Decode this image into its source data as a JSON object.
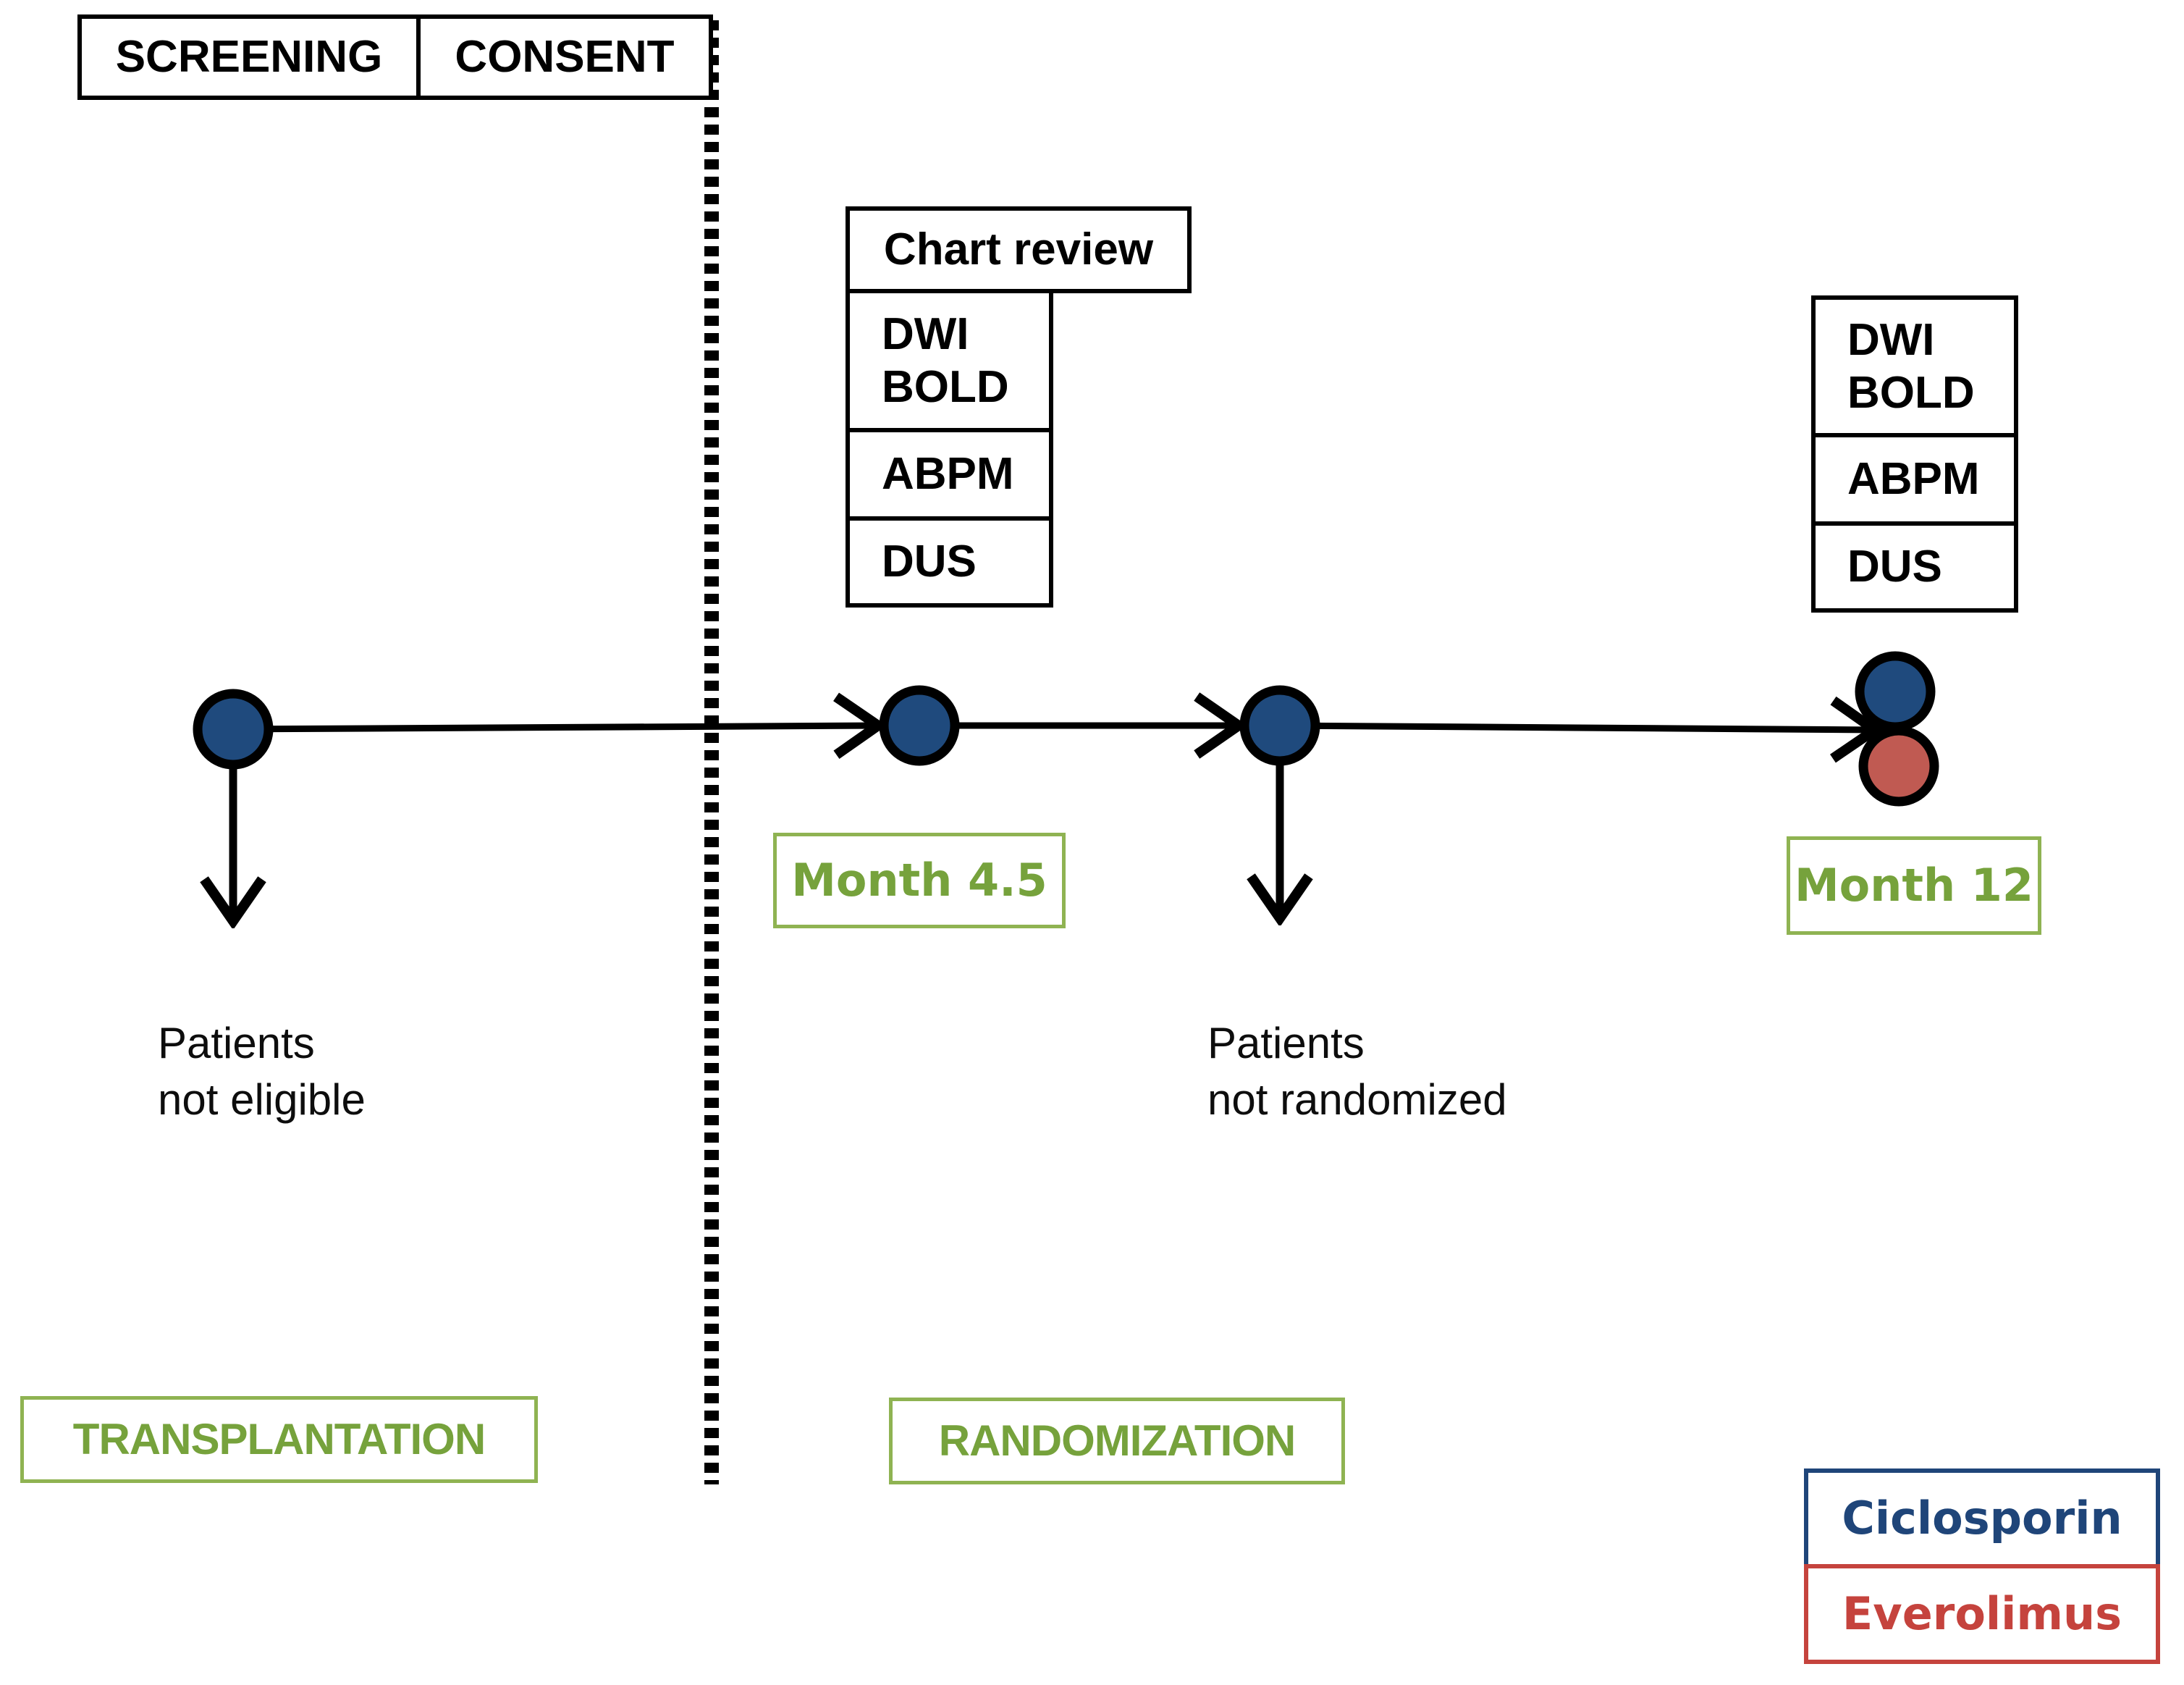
{
  "figure": {
    "type": "clinical-study-timeline-diagram",
    "top_table": {
      "screening": "SCREENING",
      "consent": "CONSENT"
    },
    "assessments": {
      "chart_review": "Chart review",
      "dwi": "DWI",
      "bold": "BOLD",
      "abpm": "ABPM",
      "dus": "DUS"
    },
    "timepoints": {
      "month_4_5": "Month 4.5",
      "month_12": "Month 12"
    },
    "dropouts": {
      "not_eligible": {
        "line1": "Patients",
        "line2": "not eligible"
      },
      "not_randomized": {
        "line1": "Patients",
        "line2": "not randomized"
      }
    },
    "phases": {
      "transplantation": "TRANSPLANTATION",
      "randomization": "RANDOMIZATION"
    },
    "legend": {
      "ciclosporin": "Ciclosporin",
      "everolimus": "Everolimus"
    },
    "colors": {
      "node_blue": "#1f4a7d",
      "node_red": "#c05a52",
      "green_text": "#76a23c",
      "green_border": "#8fb352",
      "legend_blue": "#1f4579",
      "legend_red": "#c5433d",
      "line_black": "#000000"
    }
  }
}
